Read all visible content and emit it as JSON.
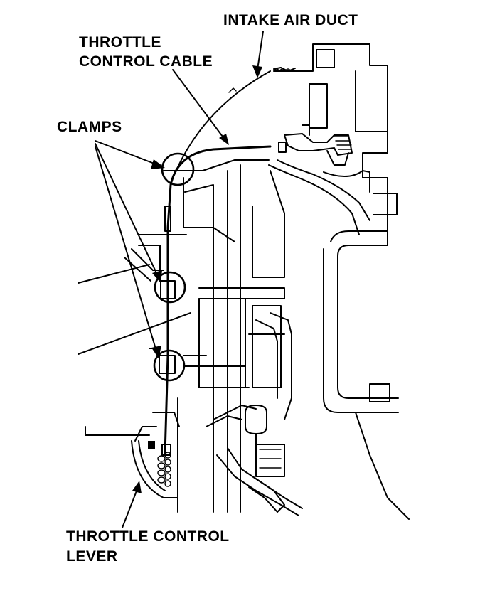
{
  "labels": {
    "intake_air_duct": "INTAKE AIR DUCT",
    "throttle_control_cable_line1": "THROTTLE",
    "throttle_control_cable_line2": "CONTROL CABLE",
    "clamps": "CLAMPS",
    "throttle_control_lever_line1": "THROTTLE CONTROL",
    "throttle_control_lever_line2": "LEVER"
  },
  "colors": {
    "ink": "#000000",
    "background": "#ffffff"
  }
}
